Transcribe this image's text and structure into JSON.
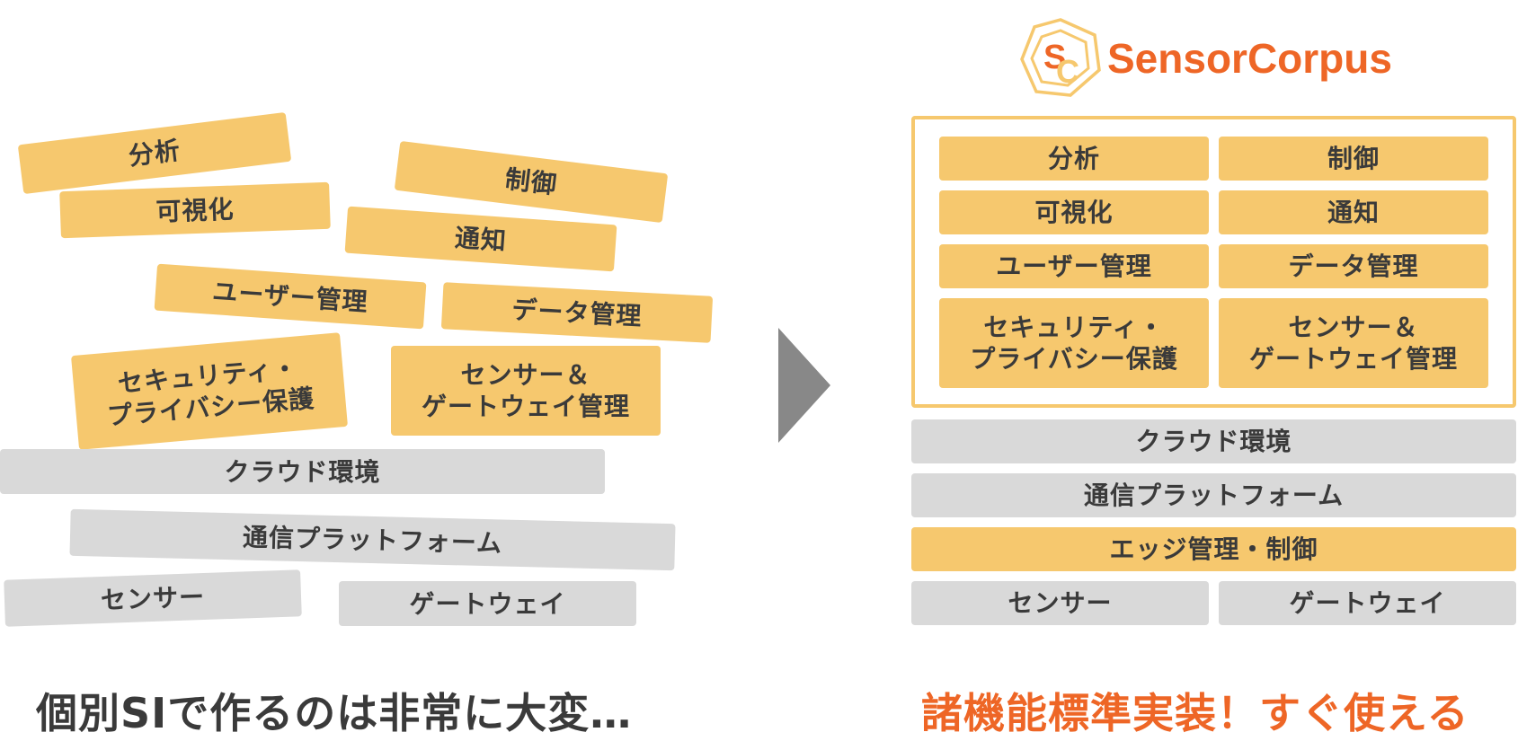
{
  "colors": {
    "function_block": "#f6c86e",
    "infra_block": "#d9d9d9",
    "accent": "#ee6626",
    "text": "#3a3a3a",
    "arrow": "#888888"
  },
  "left": {
    "blocks": {
      "analysis": "分析",
      "visualization": "可視化",
      "control": "制御",
      "notification": "通知",
      "user_mgmt": "ユーザー管理",
      "data_mgmt": "データ管理",
      "security": "セキュリティ・\nプライバシー保護",
      "sensor_gw_mgmt": "センサー＆\nゲートウェイ管理",
      "cloud": "クラウド環境",
      "comm_platform": "通信プラットフォーム",
      "sensor": "センサー",
      "gateway": "ゲートウェイ"
    },
    "caption": "個別SIで作るのは非常に大変…"
  },
  "arrow_icon": "right-triangle-icon",
  "right": {
    "logo_text": "SensorCorpus",
    "logo_monogram": "SC",
    "blocks": {
      "analysis": "分析",
      "control": "制御",
      "visualization": "可視化",
      "notification": "通知",
      "user_mgmt": "ユーザー管理",
      "data_mgmt": "データ管理",
      "security": "セキュリティ・\nプライバシー保護",
      "sensor_gw_mgmt": "センサー＆\nゲートウェイ管理",
      "cloud": "クラウド環境",
      "comm_platform": "通信プラットフォーム",
      "edge_mgmt": "エッジ管理・制御",
      "sensor": "センサー",
      "gateway": "ゲートウェイ"
    },
    "caption": "諸機能標準実装！すぐ使える"
  }
}
